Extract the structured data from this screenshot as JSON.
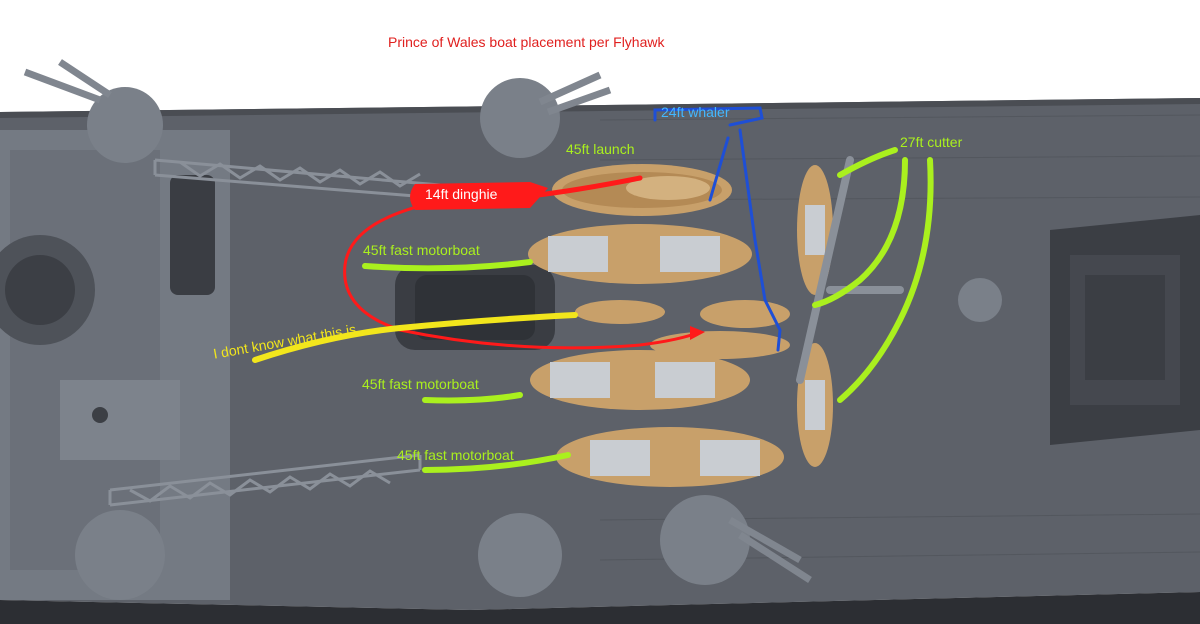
{
  "image": {
    "title": "Prince of Wales boat placement per Flyhawk",
    "description": "Annotated top-down photo of a grey warship model with boats on deck."
  },
  "labels": {
    "whaler": "24ft whaler",
    "launch": "45ft launch",
    "cutter": "27ft cutter",
    "dinghie": "14ft dinghie",
    "motorboat_1": "45ft fast motorboat",
    "motorboat_2": "45ft fast motorboat",
    "motorboat_3": "45ft fast motorboat",
    "unknown": "I dont know what this is"
  },
  "colors": {
    "title": "#e0201f",
    "green_annotation": "#aaf01e",
    "yellow_annotation": "#f2e61c",
    "red_annotation": "#ff1a1a",
    "blue_annotation": "#1e4fd6",
    "deck": "#5d6169",
    "hull_edge": "#2f3237",
    "superstructure": "#7a8089",
    "wood": "#c8a06a",
    "background": "#ffffff"
  }
}
